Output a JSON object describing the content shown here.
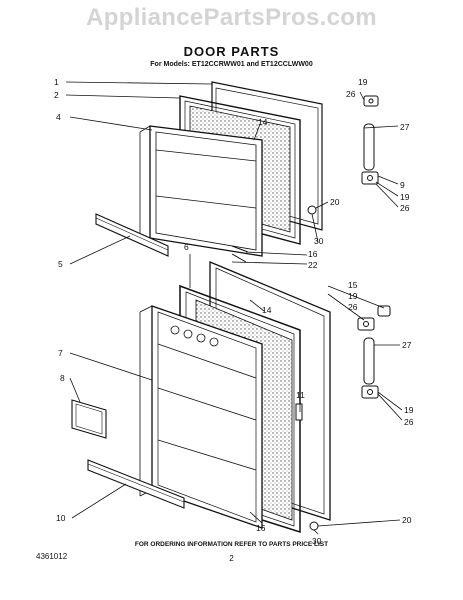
{
  "watermark": "AppliancePartsPros.com",
  "title": "DOOR PARTS",
  "subtitle": "For Models: ET12CCRWW01 and ET12CCLWW00",
  "footer": "FOR ORDERING INFORMATION REFER TO PARTS PRICE LIST",
  "doc_number": "4361012",
  "page_number": "2",
  "callouts": {
    "c1": "1",
    "c2": "2",
    "c4": "4",
    "c5": "5",
    "c6": "6",
    "c7": "7",
    "c8": "8",
    "c10": "10",
    "c14a": "14",
    "c14b": "14",
    "c16a": "16",
    "c16b": "16",
    "c22": "22",
    "c19a": "19",
    "c26a": "26",
    "c27a": "27",
    "c9": "9",
    "c19b": "19",
    "c26b": "26",
    "c20a": "20",
    "c30a": "30",
    "c15": "15",
    "c19c": "19",
    "c26c": "26",
    "c27b": "27",
    "c11": "11",
    "c19d": "19",
    "c26d": "26",
    "c20b": "20",
    "c30b": "30"
  }
}
